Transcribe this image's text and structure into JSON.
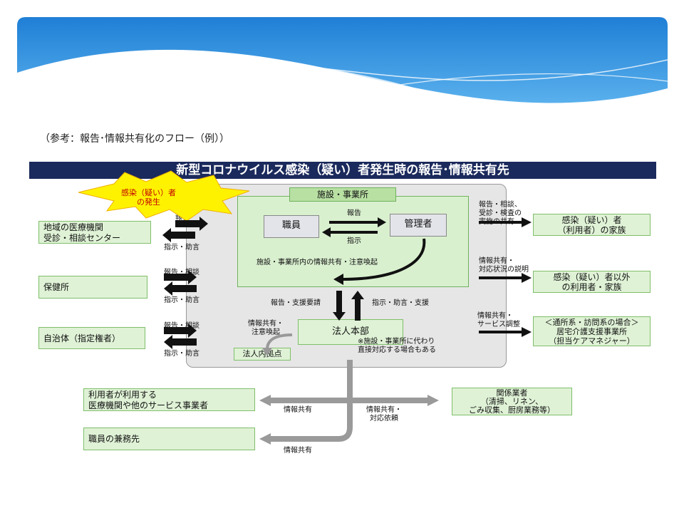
{
  "caption": "（参考：報告･情報共有化のフロー（例））",
  "title": "新型コロナウイルス感染（疑い）者発生時の報告･情報共有先",
  "burst": [
    "感染（疑い）者",
    "の発生"
  ],
  "left_boxes": {
    "medical": [
      "地域の医療機関",
      "受診・相談センター"
    ],
    "hokenjo": "保健所",
    "jichitai": "自治体（指定権者）"
  },
  "left_labels": {
    "l1_top": "報告",
    "l1_bottom": "指示・助言",
    "l2_top": "報告・相談",
    "l2_bottom": "指示・助言",
    "l3_top": "報告・相談",
    "l3_bottom": "指示・助言"
  },
  "facility": {
    "tag": "施設・事業所",
    "staff": "職員",
    "manager": "管理者",
    "report": "報告",
    "instruct": "指示",
    "share": "施設・事業所内の情報共有・注意喚起"
  },
  "middle": {
    "report_request": "報告・支援要請",
    "instruct_support": "指示・助言・支援",
    "share_alert": [
      "情報共有・",
      "注意喚起"
    ],
    "hq": "法人本部",
    "branch": "法人内拠点",
    "note": [
      "※施設・事業所に代わり",
      "直接対応する場合もある"
    ]
  },
  "right": {
    "label1": [
      "報告・相談、",
      "受診・検査の",
      "実施の共有"
    ],
    "box1": [
      "感染（疑い）者",
      "（利用者）の家族"
    ],
    "label2": [
      "情報共有・",
      "対応状況の説明"
    ],
    "box2": [
      "感染（疑い）者以外",
      "の利用者・家族"
    ],
    "label3": [
      "情報共有・",
      "サービス調整"
    ],
    "box3": [
      "＜通所系・訪問系の場合＞",
      "居宅介護支援事業所",
      "（担当ケアマネジャー）"
    ]
  },
  "bottom": {
    "user_services": [
      "利用者が利用する",
      "医療機関や他のサービス事業者"
    ],
    "share1": "情報共有",
    "share_request": [
      "情報共有・",
      "対応依頼"
    ],
    "related": [
      "関係業者",
      "（清掃、リネン、",
      "ごみ収集、厨房業務等）"
    ],
    "staff_side": "職員の兼務先",
    "share2": "情報共有"
  },
  "colors": {
    "title_bg": "#1b2a5c",
    "box_green": "#dff2d6",
    "panel_gray": "#e6e6e6",
    "burst_yellow": "#fff200",
    "burst_text": "#c00000",
    "banner_blue": "#2f8ee0"
  }
}
